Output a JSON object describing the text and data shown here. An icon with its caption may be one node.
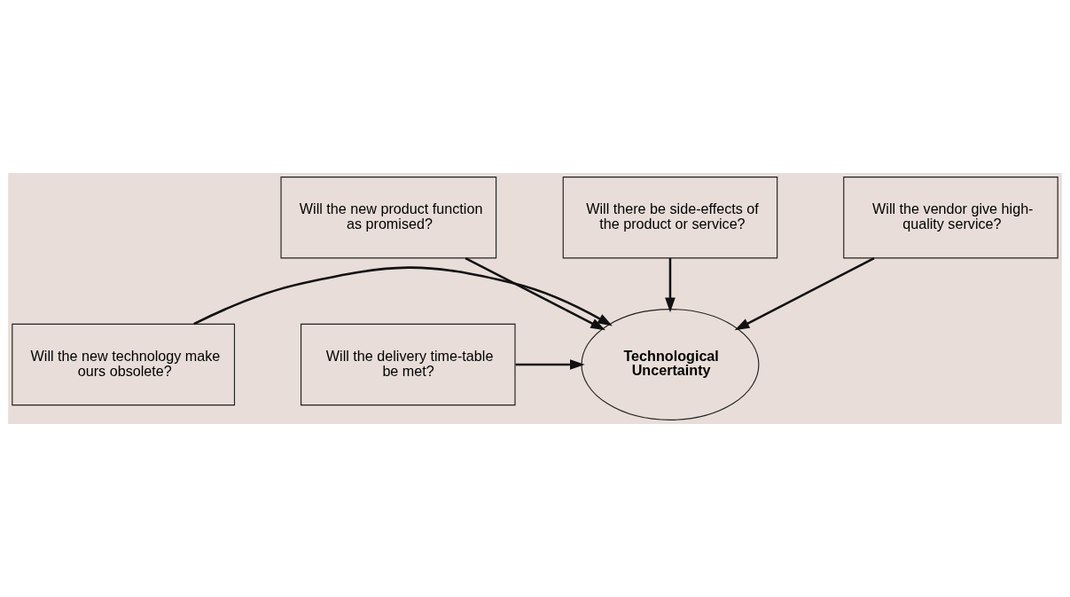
{
  "diagram": {
    "nodes": [
      {
        "text": [
          "Will the new product function as promised?"
        ]
      },
      {
        "text": [
          "Will the new technology make ours obsolete?"
        ]
      },
      {
        "text": [
          "Technological Uncertainty"
        ]
      },
      {
        "text": [
          "Will the delivery time-table be met?"
        ]
      },
      {
        "text": [
          "Will there be side-effects of the product or service?"
        ]
      },
      {
        "text": [
          "Will the vendor give high-quality service?"
        ]
      }
    ],
    "edges": [
      {
        "from": 0,
        "to": 2,
        "arrow": "to"
      },
      {
        "from": 1,
        "to": 2,
        "arrow": "to"
      },
      {
        "from": 3,
        "to": 2,
        "arrow": "to"
      },
      {
        "from": 4,
        "to": 2,
        "arrow": "to"
      },
      {
        "from": 5,
        "to": 2,
        "arrow": "to"
      }
    ]
  }
}
